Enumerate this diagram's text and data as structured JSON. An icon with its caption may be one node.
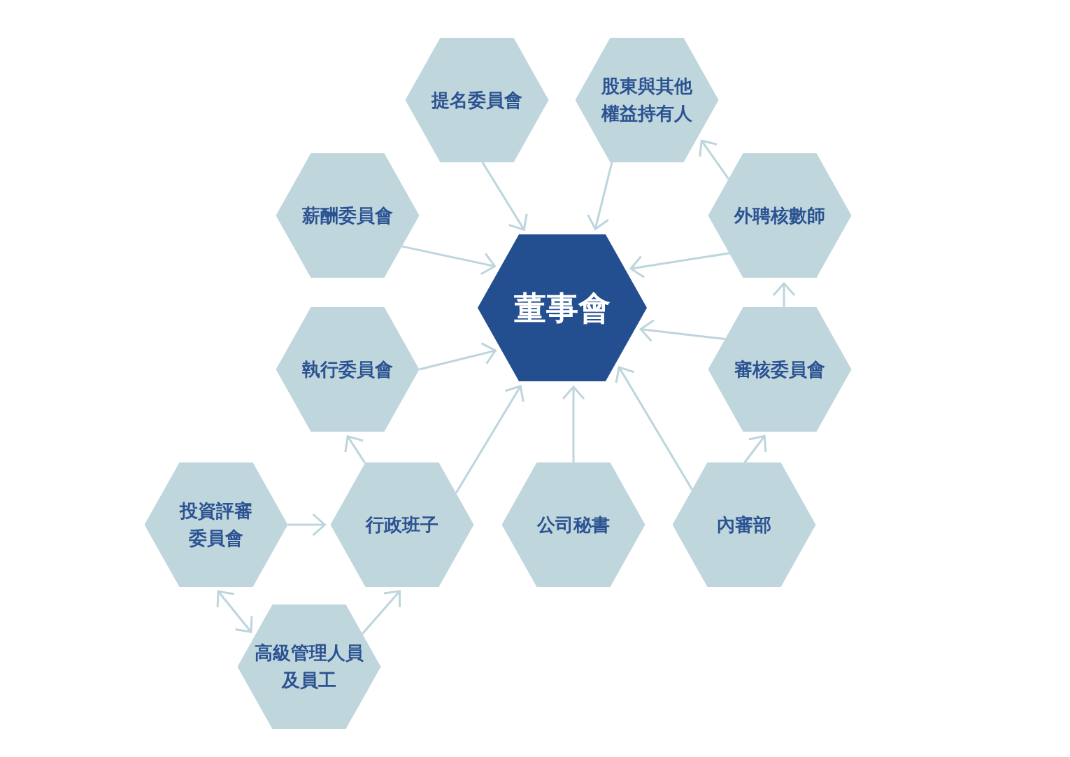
{
  "diagram": {
    "nodes": [
      {
        "text": [
          "提名委員會"
        ]
      },
      {
        "text": [
          "股東與其他權益持有人"
        ]
      },
      {
        "text": [
          "薪酬委員會"
        ]
      },
      {
        "text": [
          "外聘核數師"
        ]
      },
      {
        "text": [
          "董事會"
        ]
      },
      {
        "text": [
          "執行委員會"
        ]
      },
      {
        "text": [
          "審核委員會"
        ]
      },
      {
        "text": [
          "投資評審委員會"
        ]
      },
      {
        "text": [
          "行政班子"
        ]
      },
      {
        "text": [
          "公司秘書"
        ]
      },
      {
        "text": [
          "內審部"
        ]
      },
      {
        "text": [
          "高級管理人員及員工"
        ]
      }
    ],
    "edges": [
      {
        "from": 0,
        "to": 4,
        "arrow": "to"
      },
      {
        "from": 1,
        "to": 4,
        "arrow": "to"
      },
      {
        "from": 3,
        "to": 1,
        "arrow": "to"
      },
      {
        "from": 3,
        "to": 4,
        "arrow": "to"
      },
      {
        "from": 2,
        "to": 4,
        "arrow": "to"
      },
      {
        "from": 6,
        "to": 3,
        "arrow": "to"
      },
      {
        "from": 6,
        "to": 4,
        "arrow": "to"
      },
      {
        "from": 5,
        "to": 4,
        "arrow": "to"
      },
      {
        "from": 8,
        "to": 5,
        "arrow": "to"
      },
      {
        "from": 8,
        "to": 4,
        "arrow": "to"
      },
      {
        "from": 9,
        "to": 4,
        "arrow": "to"
      },
      {
        "from": 10,
        "to": 4,
        "arrow": "to"
      },
      {
        "from": 10,
        "to": 6,
        "arrow": "to"
      },
      {
        "from": 7,
        "to": 8,
        "arrow": "to"
      },
      {
        "from": 7,
        "to": 11,
        "arrow": "both"
      },
      {
        "from": 11,
        "to": 8,
        "arrow": "to"
      }
    ]
  }
}
